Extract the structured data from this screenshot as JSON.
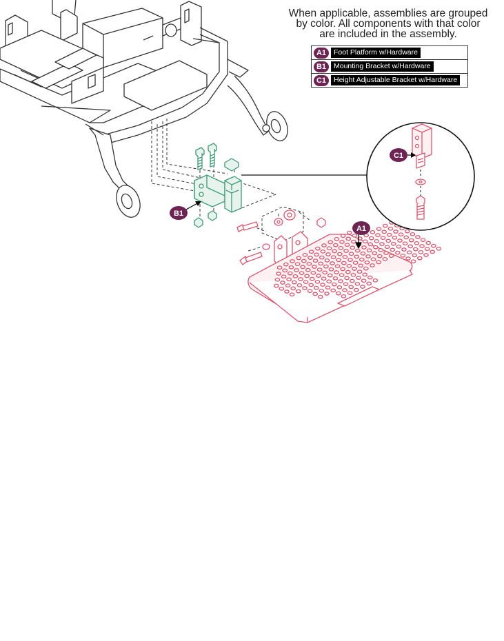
{
  "note": {
    "line1": "When applicable, assemblies are grouped",
    "line2": "by color. All components with that color",
    "line3": "are included in the assembly."
  },
  "legend": [
    {
      "code": "A1",
      "label": "Foot Platform w/Hardware"
    },
    {
      "code": "B1",
      "label": "Mounting Bracket w/Hardware"
    },
    {
      "code": "C1",
      "label": "Height Adjustable Bracket w/Hardware"
    }
  ],
  "callouts": {
    "a1": "A1",
    "b1": "B1",
    "c1": "C1"
  },
  "colors": {
    "badge": "#6e2453",
    "platform": "#d9566e",
    "bracket": "#3d9a73",
    "height_bracket": "#d9566e",
    "frame": "#333333"
  }
}
